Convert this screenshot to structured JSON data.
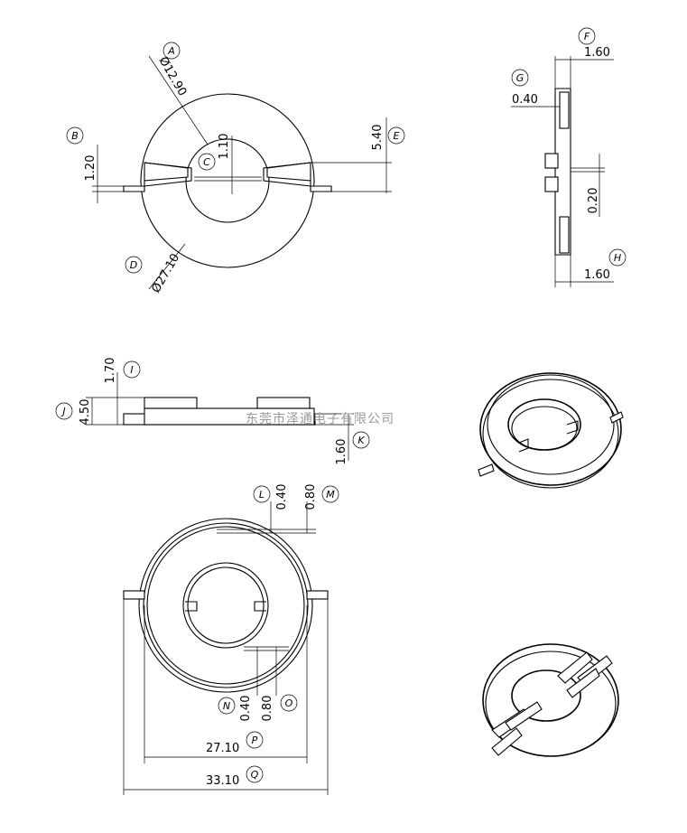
{
  "watermark": "东莞市泽通电子有限公司",
  "dimensions": [
    {
      "id": "A",
      "label": "A",
      "value": "Ø12.90"
    },
    {
      "id": "B",
      "label": "B",
      "value": "1.20"
    },
    {
      "id": "C",
      "label": "C",
      "value": "1.10"
    },
    {
      "id": "D",
      "label": "D",
      "value": "Ø27.10"
    },
    {
      "id": "E",
      "label": "E",
      "value": "5.40"
    },
    {
      "id": "F",
      "label": "F",
      "value": "1.60"
    },
    {
      "id": "G",
      "label": "G",
      "value": "0.40"
    },
    {
      "id": "H",
      "label": "H",
      "value": "1.60"
    },
    {
      "id": "I",
      "label": "I",
      "value": "1.70"
    },
    {
      "id": "J",
      "label": "J",
      "value": "4.50"
    },
    {
      "id": "K",
      "label": "K",
      "value": "1.60"
    },
    {
      "id": "L",
      "label": "L",
      "value": "0.40"
    },
    {
      "id": "M",
      "label": "M",
      "value": "0.80"
    },
    {
      "id": "N",
      "label": "N",
      "value": "0.40"
    },
    {
      "id": "O",
      "label": "O",
      "value": "0.80"
    },
    {
      "id": "P",
      "label": "P",
      "value": "27.10"
    },
    {
      "id": "Q",
      "label": "Q",
      "value": "33.10"
    }
  ],
  "side_view_dim": "0.20"
}
